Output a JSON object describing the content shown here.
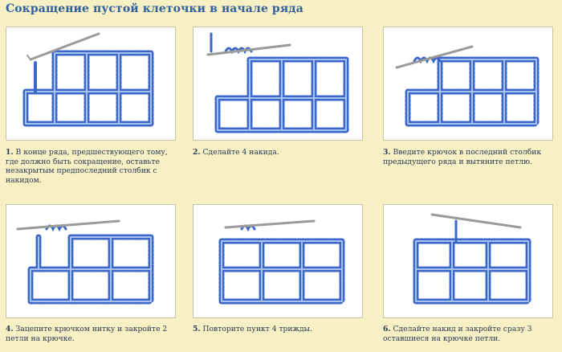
{
  "title": "Сокращение пустой клеточки в начале ряда",
  "steps": [
    {
      "num": "1.",
      "text": "В конце ряда, предшествующего тому, где должно быть сокращение, оставьте незакрытым предпоследний столбик с накидом."
    },
    {
      "num": "2.",
      "text": "Сделайте 4 накида."
    },
    {
      "num": "3.",
      "text": "Введите крючок в последний столбик предыдущего ряда и вытяните петлю."
    },
    {
      "num": "4.",
      "text": "Зацепите крючком нитку и закройте 2 петли на крючке."
    },
    {
      "num": "5.",
      "text": "Повторите пункт 4 трижды."
    },
    {
      "num": "6.",
      "text": "Сделайте накид и закройте сразу 3 оставшиеся на крючке петли."
    }
  ],
  "colors": {
    "background": "#f7f0c4",
    "title": "#2f5f9e",
    "yarn": "#3a67c8",
    "yarn_light": "#a8c2f0",
    "hook": "#9a9a9a"
  }
}
